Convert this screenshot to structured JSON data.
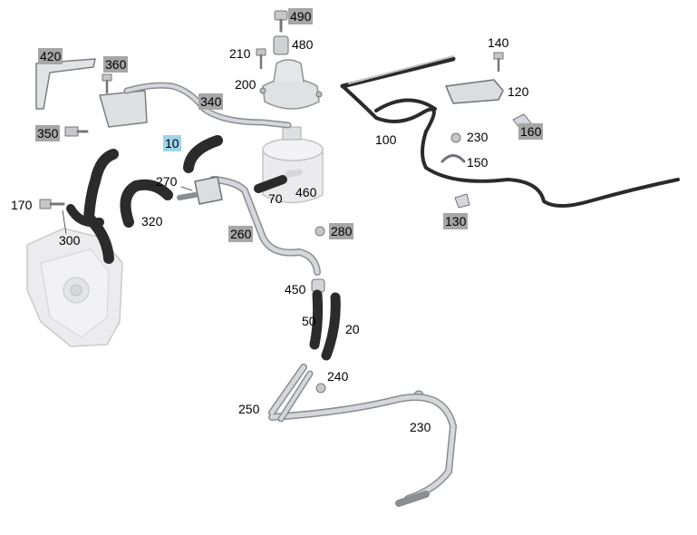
{
  "diagram": {
    "parts": [
      {
        "id": "p490",
        "label": "490",
        "style": "boxed"
      },
      {
        "id": "p480",
        "label": "480",
        "style": "plain"
      },
      {
        "id": "p210",
        "label": "210",
        "style": "plain"
      },
      {
        "id": "p200",
        "label": "200",
        "style": "plain"
      },
      {
        "id": "p420",
        "label": "420",
        "style": "boxed"
      },
      {
        "id": "p360",
        "label": "360",
        "style": "boxed"
      },
      {
        "id": "p340",
        "label": "340",
        "style": "boxed"
      },
      {
        "id": "p350",
        "label": "350",
        "style": "boxed"
      },
      {
        "id": "p10",
        "label": "10",
        "style": "highlight"
      },
      {
        "id": "p270",
        "label": "270",
        "style": "plain"
      },
      {
        "id": "p70",
        "label": "70",
        "style": "plain"
      },
      {
        "id": "p460",
        "label": "460",
        "style": "plain"
      },
      {
        "id": "p170",
        "label": "170",
        "style": "plain"
      },
      {
        "id": "p320",
        "label": "320",
        "style": "plain"
      },
      {
        "id": "p300",
        "label": "300",
        "style": "plain"
      },
      {
        "id": "p260",
        "label": "260",
        "style": "boxed"
      },
      {
        "id": "p280",
        "label": "280",
        "style": "boxed"
      },
      {
        "id": "p450",
        "label": "450",
        "style": "plain"
      },
      {
        "id": "p50",
        "label": "50",
        "style": "plain"
      },
      {
        "id": "p20",
        "label": "20",
        "style": "plain"
      },
      {
        "id": "p240",
        "label": "240",
        "style": "plain"
      },
      {
        "id": "p250",
        "label": "250",
        "style": "plain"
      },
      {
        "id": "p230b",
        "label": "230",
        "style": "plain"
      },
      {
        "id": "p140",
        "label": "140",
        "style": "plain"
      },
      {
        "id": "p120",
        "label": "120",
        "style": "plain"
      },
      {
        "id": "p160",
        "label": "160",
        "style": "boxed"
      },
      {
        "id": "p100",
        "label": "100",
        "style": "plain"
      },
      {
        "id": "p230a",
        "label": "230",
        "style": "plain"
      },
      {
        "id": "p150",
        "label": "150",
        "style": "plain"
      },
      {
        "id": "p130",
        "label": "130",
        "style": "boxed"
      }
    ],
    "colors": {
      "box": "#a6a6a6",
      "highlight": "#9fd3ea",
      "hose": "#2b2b2b",
      "pipe": "#c8cacd",
      "pipe_edge": "#8a8d91",
      "component": "#e6e7e9"
    }
  }
}
